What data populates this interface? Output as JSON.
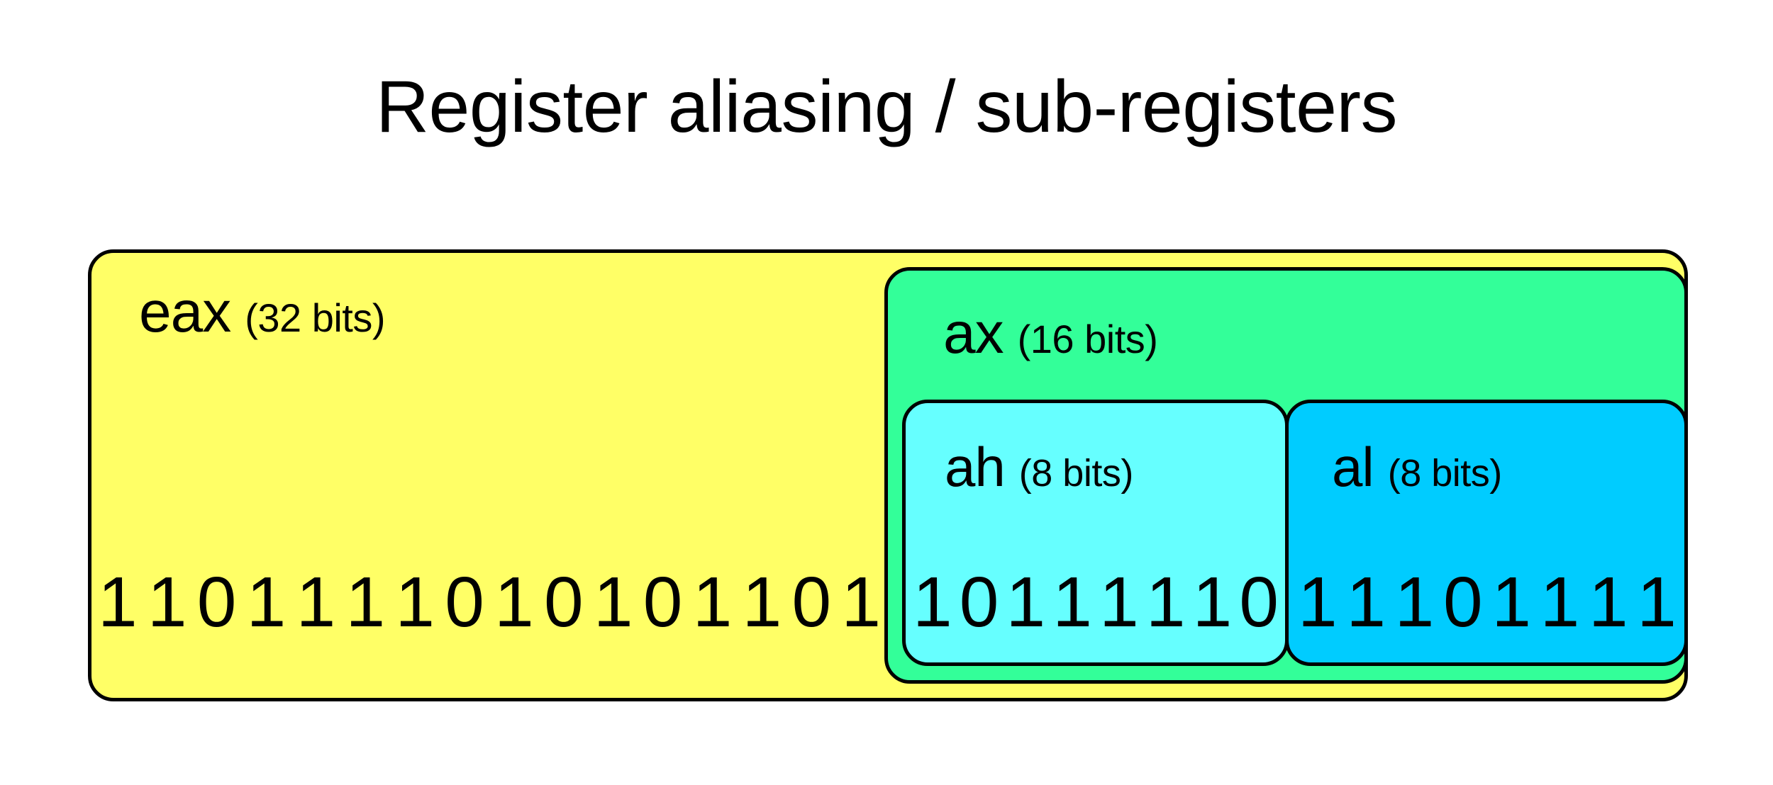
{
  "title": "Register aliasing / sub-registers",
  "colors": {
    "eax_fill": "#FFFF66",
    "ax_fill": "#33FF99",
    "ah_fill": "#66FFFF",
    "al_fill": "#00CCFF",
    "stroke": "#000000",
    "background": "#FFFFFF",
    "text": "#000000"
  },
  "registers": {
    "eax": {
      "name": "eax",
      "size_label": "(32 bits)",
      "bits": 32,
      "visible_bits": "1101111010101101",
      "visible_bit_count": 16
    },
    "ax": {
      "name": "ax",
      "size_label": "(16 bits)",
      "bits": 16
    },
    "ah": {
      "name": "ah",
      "size_label": "(8 bits)",
      "bits": 8,
      "visible_bits": "10111110",
      "visible_bit_count": 8
    },
    "al": {
      "name": "al",
      "size_label": "(8 bits)",
      "bits": 8,
      "visible_bits": "11101111",
      "visible_bit_count": 8
    }
  },
  "full_value_binary": "11011110101011011011111011101111"
}
